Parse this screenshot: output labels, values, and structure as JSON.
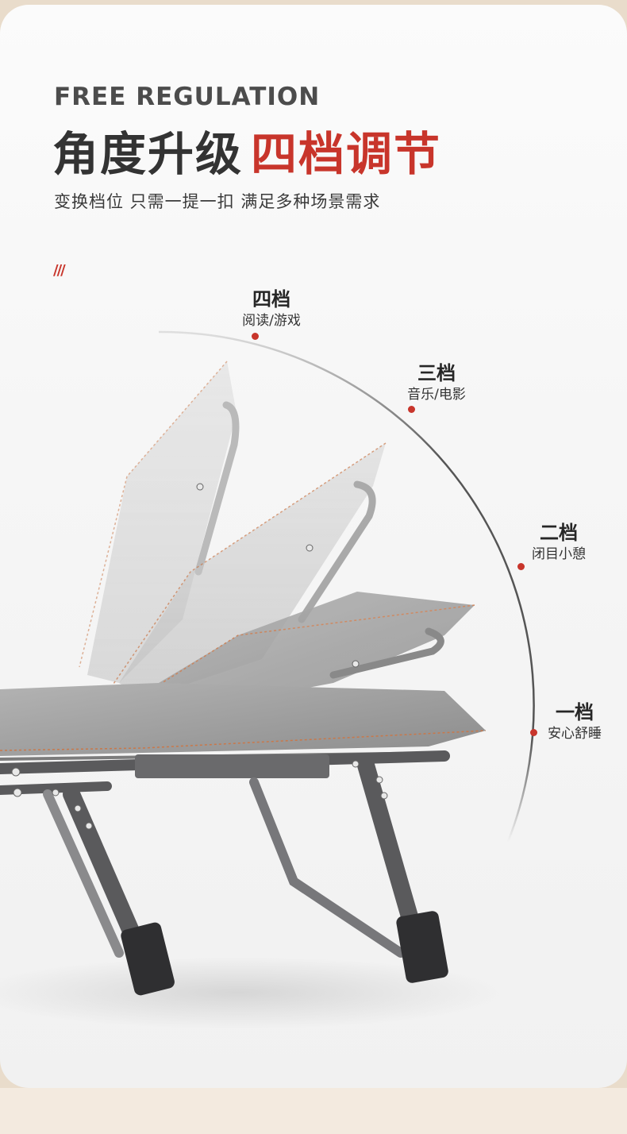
{
  "header": {
    "eyebrow": "FREE REGULATION",
    "headline_dark": "角度升级",
    "headline_red": "四档调节",
    "subtitle": "变换档位  只需一提一扣  满足多种场景需求",
    "decoration": "///"
  },
  "positions": [
    {
      "gear": "四档",
      "use": "阅读/游戏"
    },
    {
      "gear": "三档",
      "use": "音乐/电影"
    },
    {
      "gear": "二档",
      "use": "闭目小憩"
    },
    {
      "gear": "一档",
      "use": "安心舒睡"
    }
  ],
  "colors": {
    "accent": "#c8352b",
    "text_dark": "#333333",
    "arc": "#555555",
    "fabric": "#9a9a9a",
    "frame": "#5a5a5c",
    "stitch": "#c9784a"
  },
  "icons": {
    "product": "folding-recliner-bed-illustration"
  }
}
